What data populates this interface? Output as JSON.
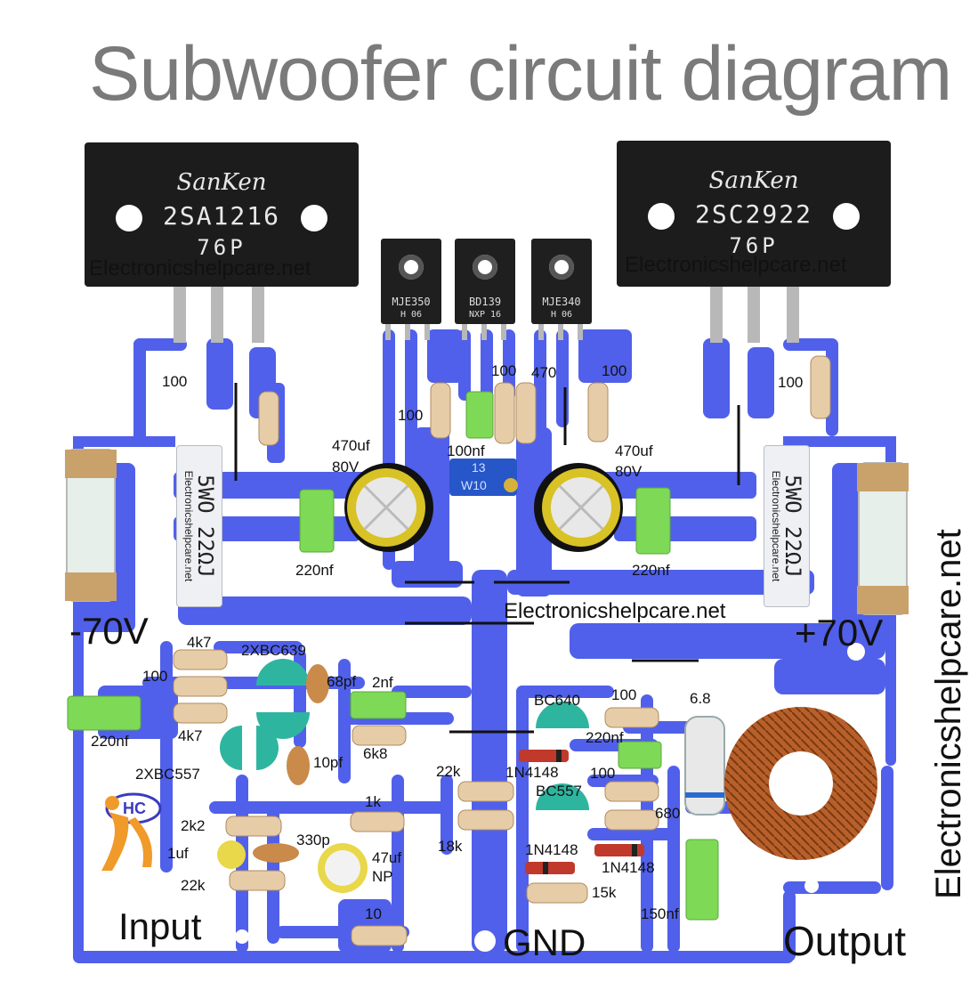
{
  "title": "Subwoofer circuit diagram",
  "watermark": "Electronicshelpcare.net",
  "power_transistors": [
    {
      "brand": "SanKen",
      "part": "2SA1216",
      "code": "76P",
      "watermark": "Electronicshelpcare.net"
    },
    {
      "brand": "SanKen",
      "part": "2SC2922",
      "code": "76P",
      "watermark": "Electronicshelpcare.net"
    }
  ],
  "driver_transistors": [
    {
      "part": "MJE350",
      "sub": "H   06"
    },
    {
      "part": "BD139",
      "sub": "NXP 16"
    },
    {
      "part": "MJE340",
      "sub": "H   06"
    }
  ],
  "wirewound_resistors": [
    {
      "value": "5WO 22ΩJ",
      "watermark": "Electronicshelpcare.net"
    },
    {
      "value": "5WO 22ΩJ",
      "watermark": "Electronicshelpcare.net"
    }
  ],
  "trimmer": {
    "marking_top": "13",
    "marking_bottom": "W10"
  },
  "rails": {
    "negative": "-70V",
    "positive": "+70V"
  },
  "terminals": {
    "input": "Input",
    "ground": "GND",
    "output": "Output"
  },
  "labels": {
    "r100_tl": "100",
    "r100_tc": "100",
    "r100_tm": "100",
    "r470": "470",
    "r100_tr2": "100",
    "r100_tr": "100",
    "cap470_l_value": "470uf",
    "cap470_l_voltage": "80V",
    "c100nf": "100nf",
    "cap470_r_value": "470uf",
    "cap470_r_voltage": "80V",
    "c220nf_l": "220nf",
    "c220nf_r": "220nf",
    "r4k7_a": "4k7",
    "q2xbc639": "2XBC639",
    "r100_ml": "100",
    "c68pf": "68pf",
    "c2nf": "2nf",
    "c220nf_ml": "220nf",
    "r4k7_b": "4k7",
    "r6k8": "6k8",
    "qbc640": "BC640",
    "r100_mr": "100",
    "r6_8": "6.8",
    "c220nf_mr": "220nf",
    "q2xbc557": "2XBC557",
    "c10pf": "10pf",
    "r22k_m": "22k",
    "d1n4148_a": "1N4148",
    "r100_mr2": "100",
    "qbc557": "BC557",
    "r1k": "1k",
    "r680": "680",
    "r2k2": "2k2",
    "c330p": "330p",
    "r18k": "18k",
    "c1uf": "1uf",
    "c47uf_value": "47uf",
    "c47uf_type": "NP",
    "d1n4148_b": "1N4148",
    "d1n4148_c": "1N4148",
    "r22k_l": "22k",
    "r15k": "15k",
    "r10": "10",
    "c150nf": "150nf"
  },
  "logo": {
    "text": "HC"
  },
  "colors": {
    "trace": "#5060ea",
    "package": "#1c1c1c",
    "film_cap": "#7ed957",
    "trimmer": "#2656c8",
    "transistor_small": "#2eb5a0",
    "electrolytic": "#d8c225",
    "toroid": "#b8602b",
    "title": "#7a7a7a"
  }
}
